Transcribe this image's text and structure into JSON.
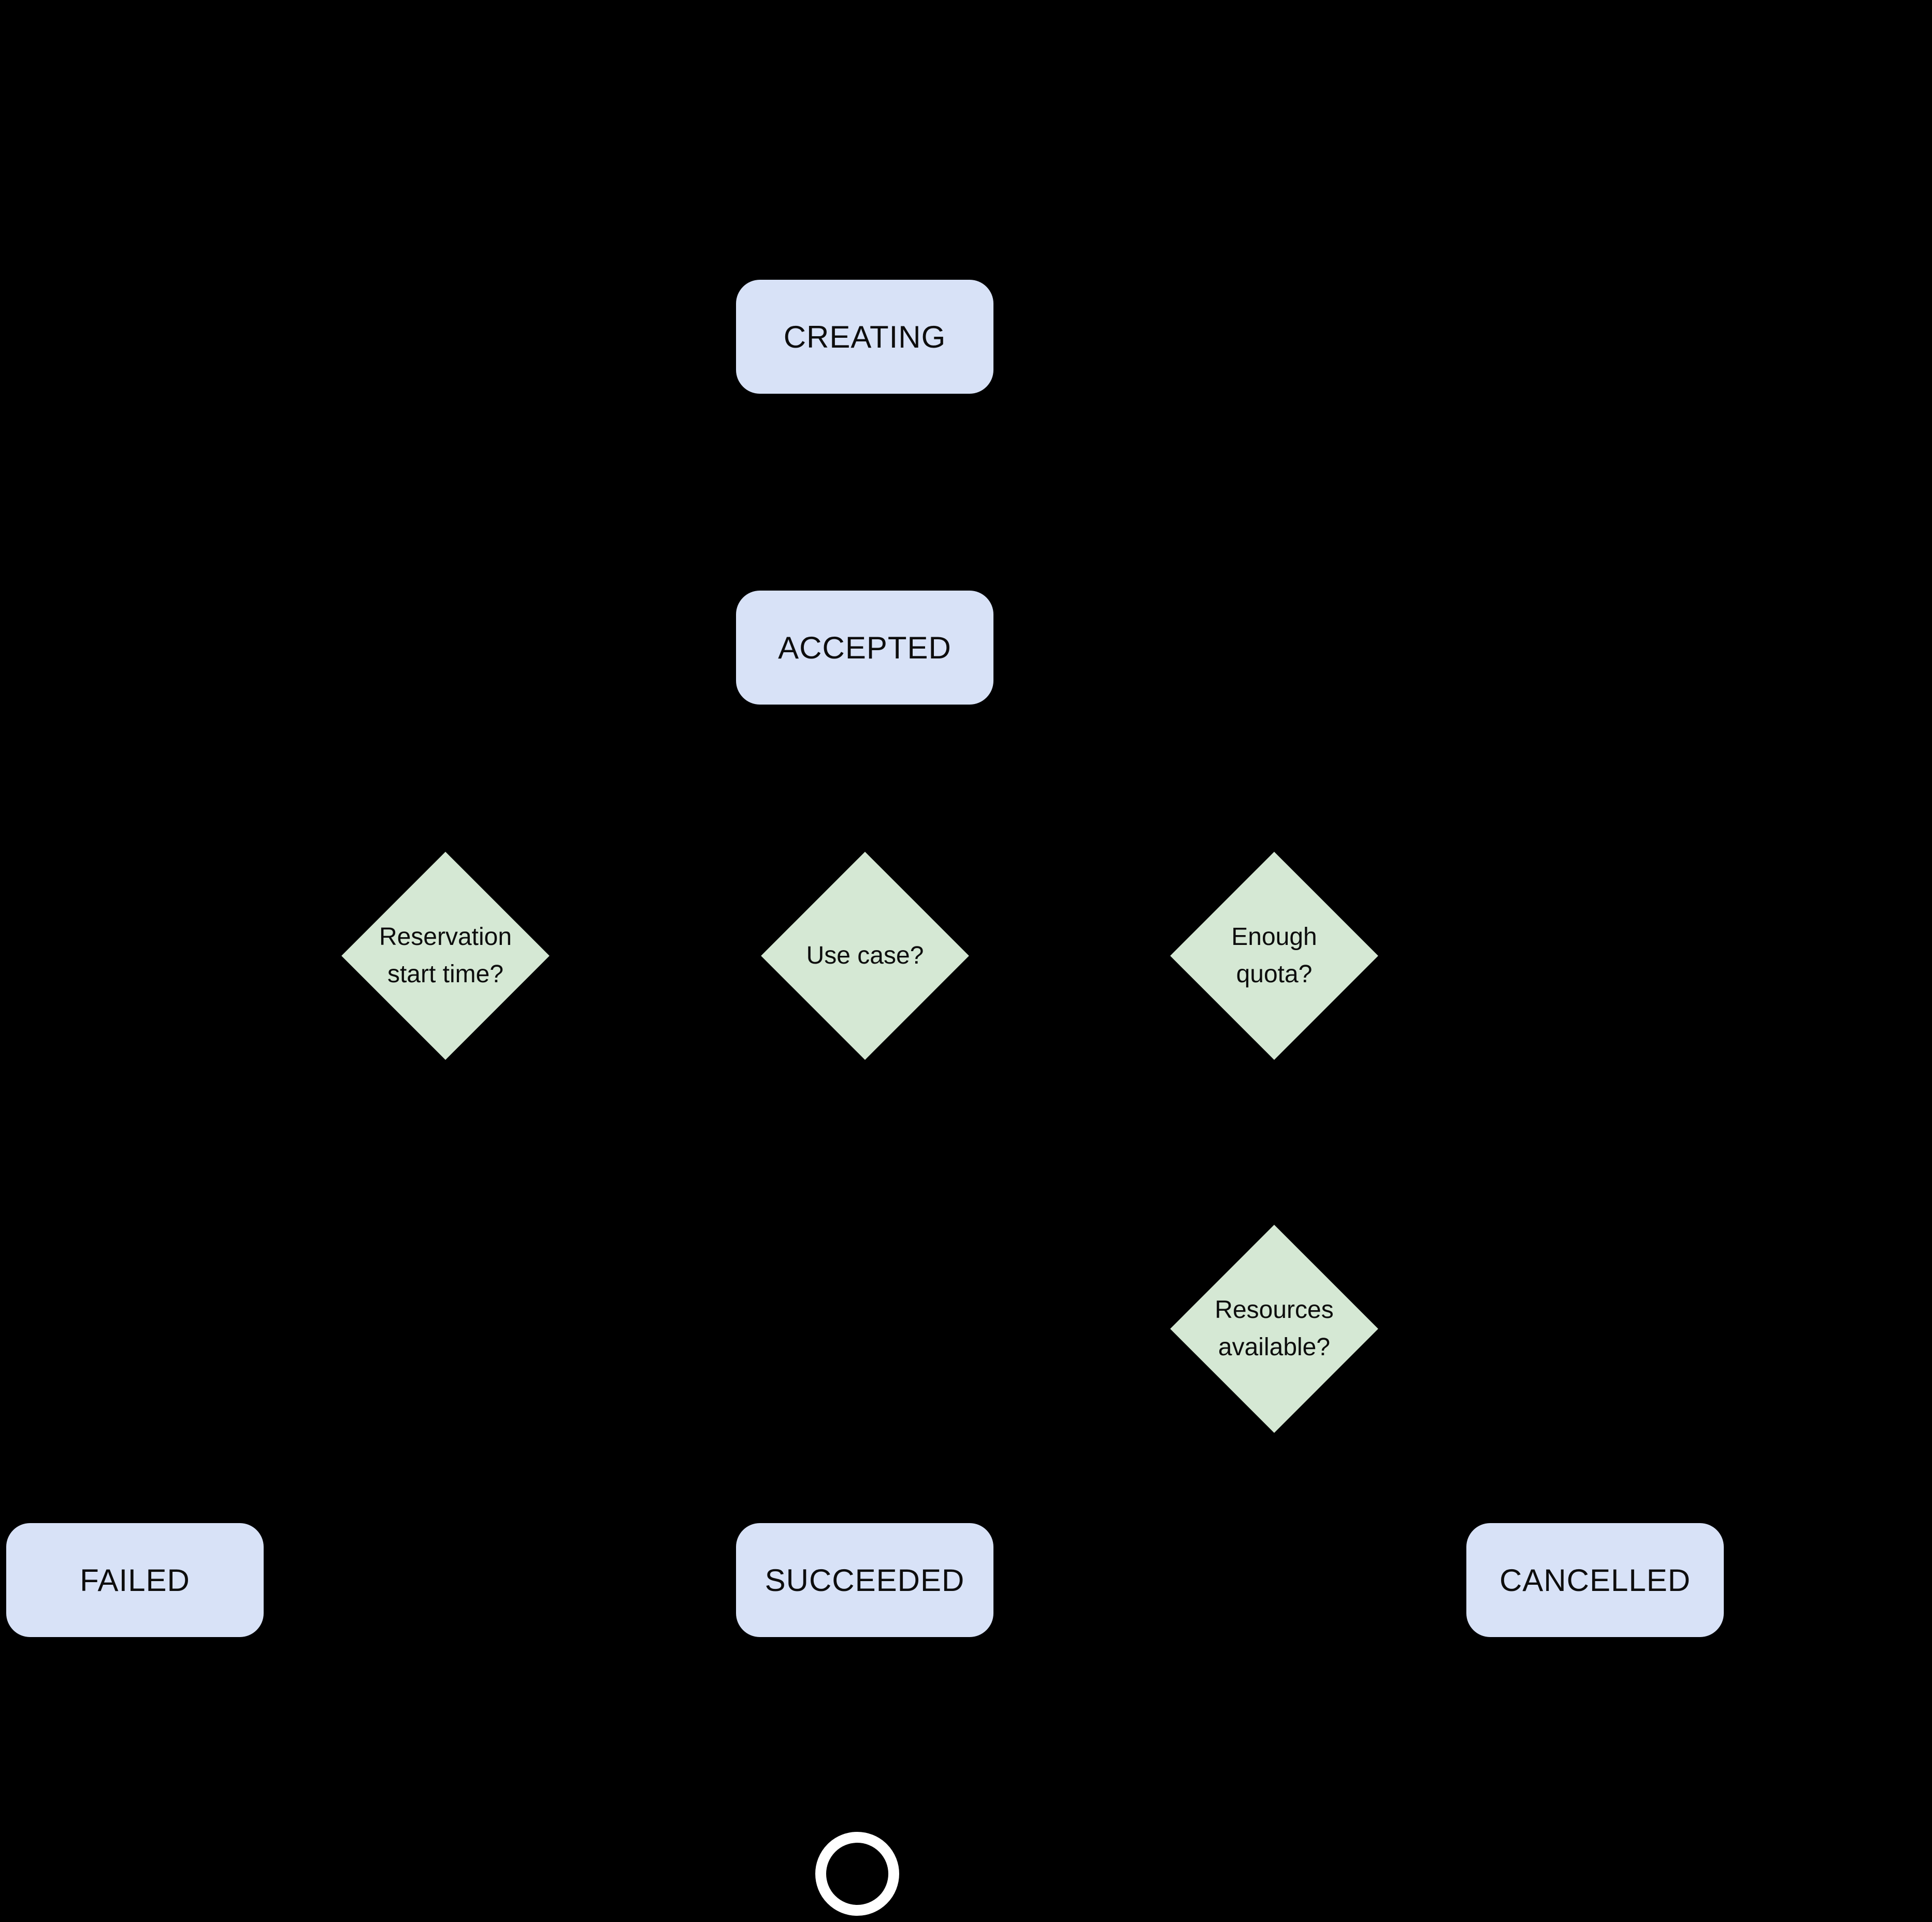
{
  "flowchart": {
    "background_color": "#000000",
    "state_fill_color": "#d8e2f7",
    "decision_fill_color": "#d5e8d4",
    "text_color": "#0d0d0d",
    "end_circle_color": "#ffffff",
    "states": {
      "creating": "CREATING",
      "accepted": "ACCEPTED",
      "failed": "FAILED",
      "succeeded": "SUCCEEDED",
      "cancelled": "CANCELLED"
    },
    "decisions": {
      "reservation_start_time": {
        "lines": [
          "Reservation",
          "start time?"
        ]
      },
      "use_case": {
        "lines": [
          "Use case?"
        ]
      },
      "enough_quota": {
        "lines": [
          "Enough",
          "quota?"
        ]
      },
      "resources_available": {
        "lines": [
          "Resources",
          "available?"
        ]
      }
    }
  }
}
